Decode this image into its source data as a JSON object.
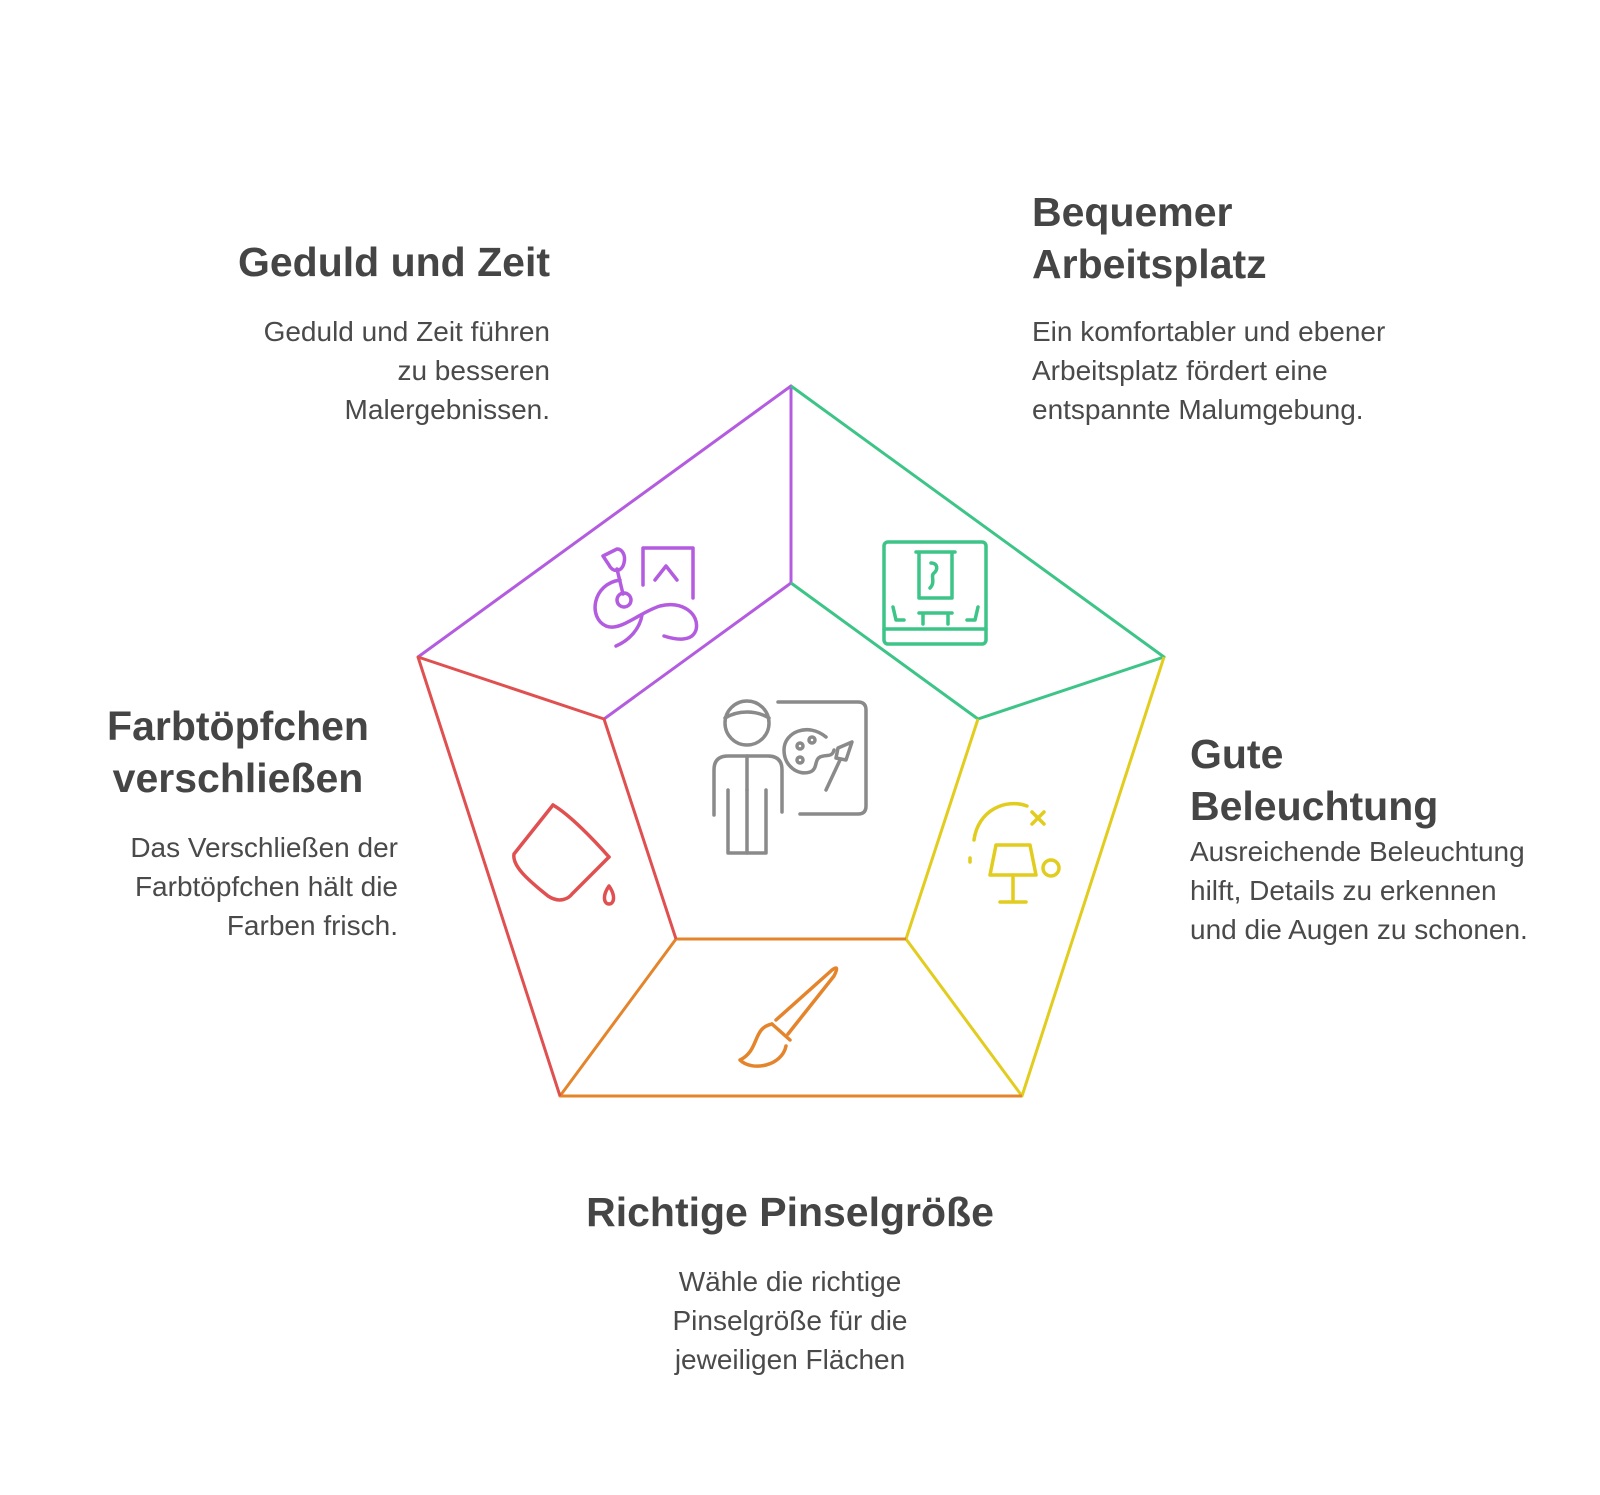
{
  "sections": {
    "geduld": {
      "title": "Geduld und Zeit",
      "description": "Geduld und Zeit führen zu besseren Malergebnissen.",
      "color": "#B45CE0",
      "icon": "painting-artist-icon"
    },
    "arbeitsplatz": {
      "title": "Bequemer Arbeitsplatz",
      "description": "Ein komfortabler und ebener Arbeitsplatz fördert eine entspannte Malumgebung.",
      "color": "#3DC487",
      "icon": "easel-workspace-icon"
    },
    "beleuchtung": {
      "title": "Gute Beleuchtung",
      "description": "Ausreichende Beleuchtung hilft, Details zu erkennen und die Augen zu schonen.",
      "color": "#E2CC1E",
      "icon": "lamp-light-icon"
    },
    "pinsel": {
      "title": "Richtige Pinselgröße",
      "description": "Wähle die richtige Pinselgröße für die jeweiligen Flächen",
      "color": "#E4852C",
      "icon": "paintbrush-icon"
    },
    "farbtoepfchen": {
      "title": "Farbtöpfchen verschließen",
      "description": "Das Verschließen der Farbtöpfchen hält die Farben frisch.",
      "color": "#E05050",
      "icon": "paint-pot-icon"
    }
  },
  "center": {
    "color": "#8A8A8A",
    "icon": "painter-at-canvas-icon"
  }
}
